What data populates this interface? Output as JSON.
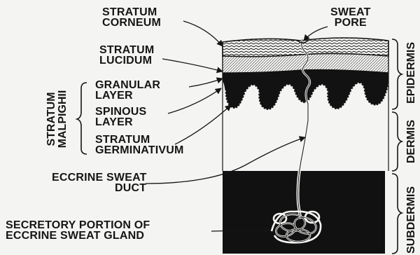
{
  "labels": {
    "stratum_corneum": [
      "STRATUM",
      "CORNEUM"
    ],
    "sweat_pore": [
      "SWEAT",
      "PORE"
    ],
    "stratum_lucidum": [
      "STRATUM",
      "LUCIDUM"
    ],
    "granular_layer": [
      "GRANULAR",
      "LAYER"
    ],
    "spinous_layer": [
      "SPINOUS",
      "LAYER"
    ],
    "stratum_germinativum": [
      "STRATUM",
      "GERMINATIVUM"
    ],
    "stratum_malpighii": [
      "STRATUM",
      "MALPIGHII"
    ],
    "eccrine_sweat_duct": [
      "ECCRINE SWEAT",
      "DUCT"
    ],
    "secretory_portion": [
      "SECRETORY PORTION OF",
      "ECCRINE SWEAT GLAND"
    ]
  },
  "regions": {
    "epidermis": "EPIDERMIS",
    "dermis": "DERMIS",
    "subdermis": "SUBDERMIS"
  },
  "colors": {
    "ink": "#151515",
    "paper": "#f4f4f2"
  }
}
